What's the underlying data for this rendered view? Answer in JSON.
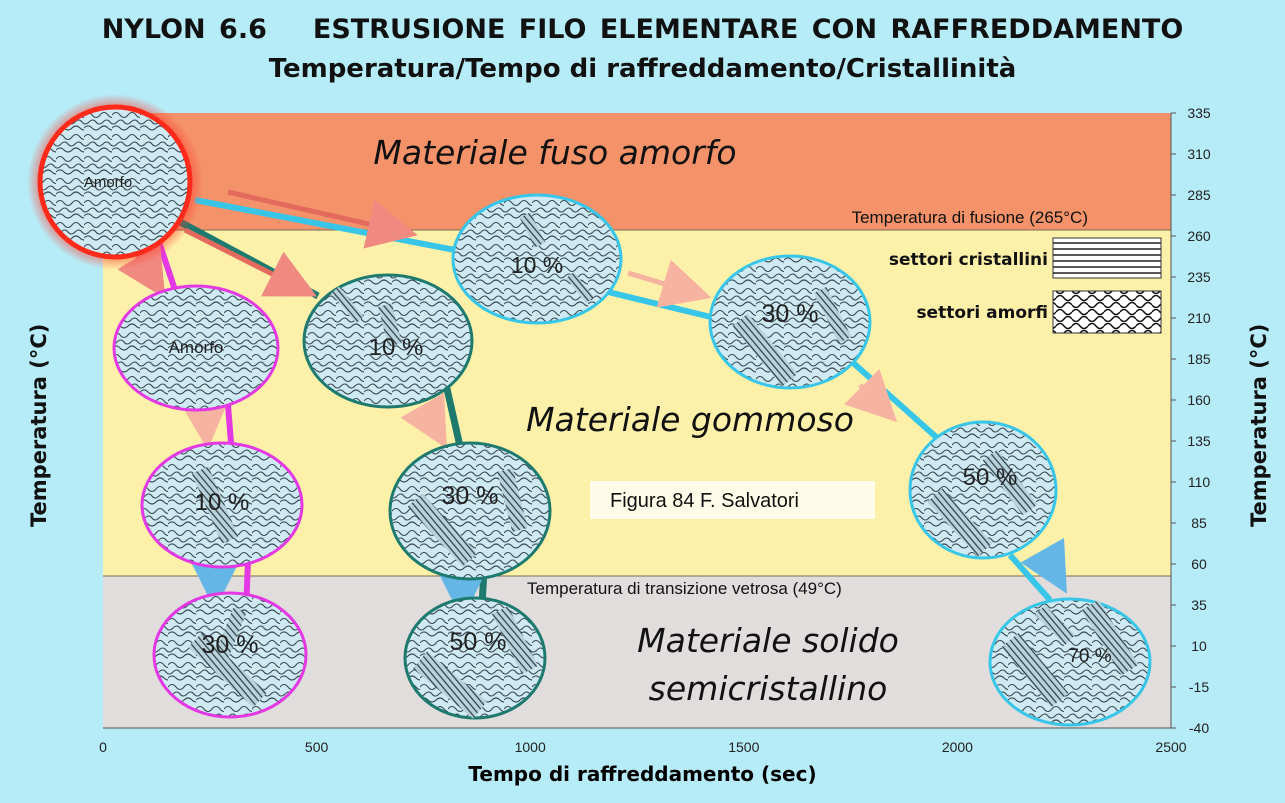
{
  "title": {
    "line1_left": "NYLON 6.6",
    "line1_right": "ESTRUSIONE FILO ELEMENTARE CON RAFFREDDAMENTO",
    "line2": "Temperatura/Tempo di raffreddamento/Cristallinità"
  },
  "axes": {
    "x_label": "Tempo di raffreddamento (sec)",
    "y_label_left": "Temperatura (°C)",
    "y_label_right": "Temperatura (°C)",
    "x_ticks": [
      "0",
      "500",
      "1000",
      "1500",
      "2000",
      "2500"
    ],
    "y_ticks": [
      "335",
      "310",
      "285",
      "260",
      "235",
      "210",
      "185",
      "160",
      "135",
      "110",
      "85",
      "60",
      "35",
      "10",
      "-15",
      "-40"
    ]
  },
  "zones": {
    "melt": "Materiale fuso amorfo",
    "rubbery": "Materiale gommoso",
    "solid_line1": "Materiale solido",
    "solid_line2": "semicristallino"
  },
  "annotations": {
    "melting": "Temperatura di fusione (265°C)",
    "glass": "Temperatura di transizione vetrosa (49°C)",
    "credit": "Figura 84  F. Salvatori"
  },
  "legend": {
    "crystalline": "settori cristallini",
    "amorphous": "settori amorfi"
  },
  "circles": {
    "start": "Amorfo",
    "magenta": [
      "Amorfo",
      "10 %",
      "30 %"
    ],
    "teal": [
      "10 %",
      "30 %",
      "50 %"
    ],
    "cyan": [
      "10 %",
      "30 %",
      "50 %",
      "70 %"
    ]
  },
  "colors": {
    "background": "#b6ecf8",
    "melt_zone": "#f4926a",
    "rubbery_zone": "#fdf1aa",
    "solid_zone": "#e1dddc",
    "magenta_path": "#e338e3",
    "teal_path": "#1e7a6e",
    "cyan_path": "#38c6e8",
    "start_glow": "#ee1c1c"
  }
}
